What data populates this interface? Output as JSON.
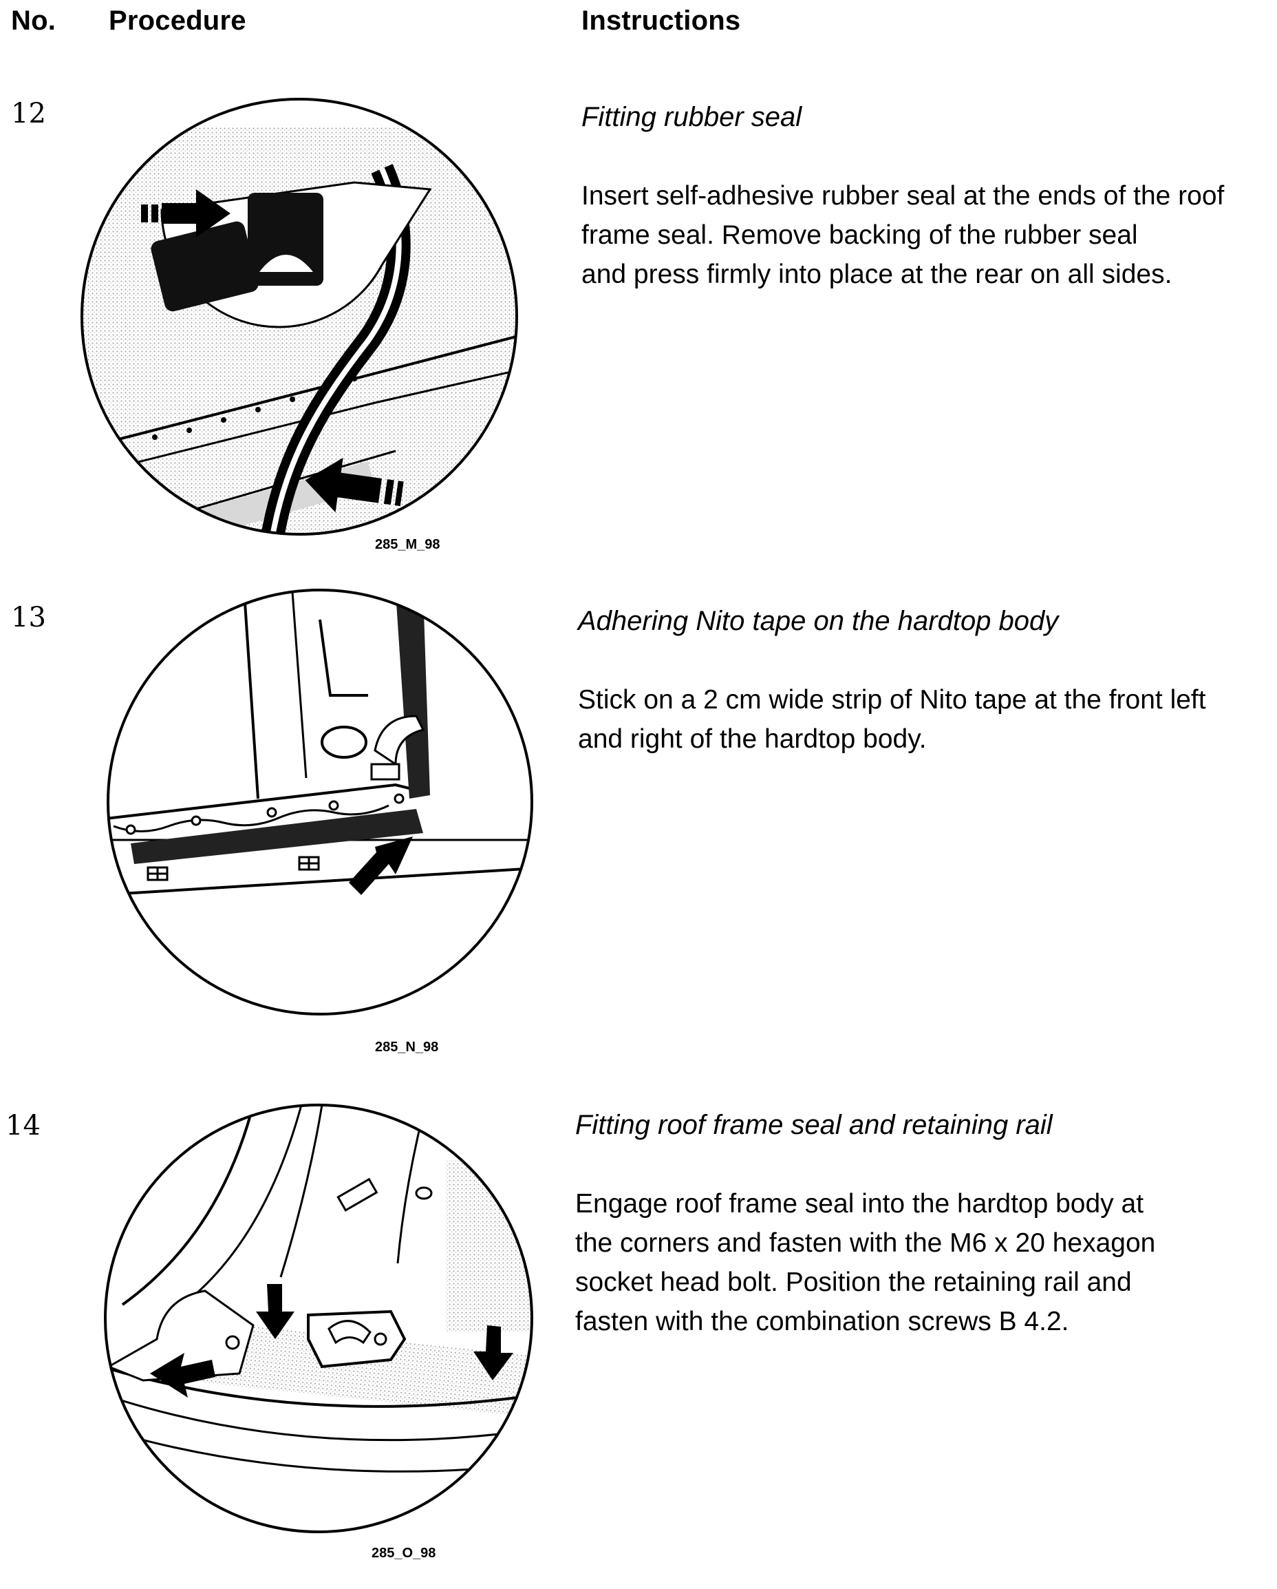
{
  "header": {
    "no": "No.",
    "procedure": "Procedure",
    "instructions": "Instructions"
  },
  "steps": [
    {
      "number": "12",
      "title": "Fitting rubber seal",
      "lines": [
        "Insert self-adhesive rubber seal at the ends of the roof",
        "frame seal. Remove backing of the rubber seal",
        "and press firmly into place at the rear on all sides."
      ],
      "figure": "285_M_98"
    },
    {
      "number": "13",
      "title": "Adhering Nito tape on the hardtop body",
      "lines": [
        "Stick on a 2 cm wide strip of Nito tape at the front left",
        "and right of the hardtop body."
      ],
      "figure": "285_N_98"
    },
    {
      "number": "14",
      "title": "Fitting roof frame seal and retaining rail",
      "lines": [
        "Engage roof frame seal into the hardtop body at",
        "the corners and fasten with the M6 x 20 hexagon",
        "socket head bolt. Position the retaining rail and",
        "fasten with the combination screws B 4.2."
      ],
      "figure": "285_O_98"
    }
  ]
}
